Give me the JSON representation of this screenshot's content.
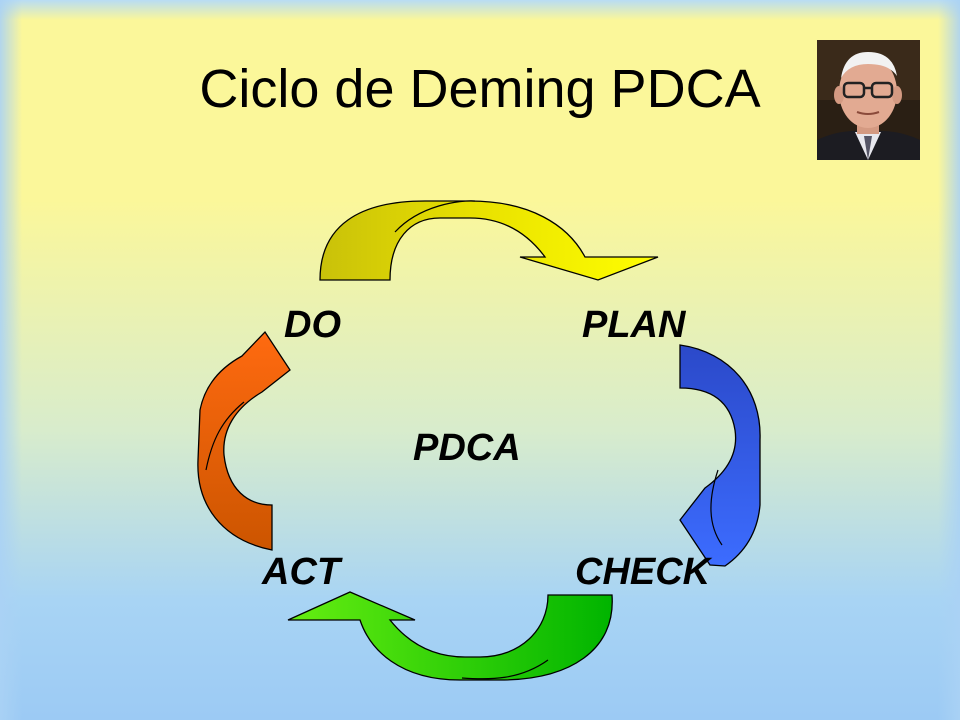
{
  "slide": {
    "title": "Ciclo de Deming PDCA",
    "portrait_icon": "portrait-photo"
  },
  "cycle": {
    "center_label": "PDCA",
    "stages": {
      "do": "DO",
      "plan": "PLAN",
      "check": "CHECK",
      "act": "ACT"
    }
  },
  "colors": {
    "arrow_top_dark": "#c9c10a",
    "arrow_top_light": "#ffff00",
    "arrow_right_dark": "#2b49c9",
    "arrow_right_light": "#3c6cff",
    "arrow_bottom_dark": "#00b400",
    "arrow_bottom_light": "#66ee11",
    "arrow_left_dark": "#cc5500",
    "arrow_left_light": "#ff6a10"
  }
}
